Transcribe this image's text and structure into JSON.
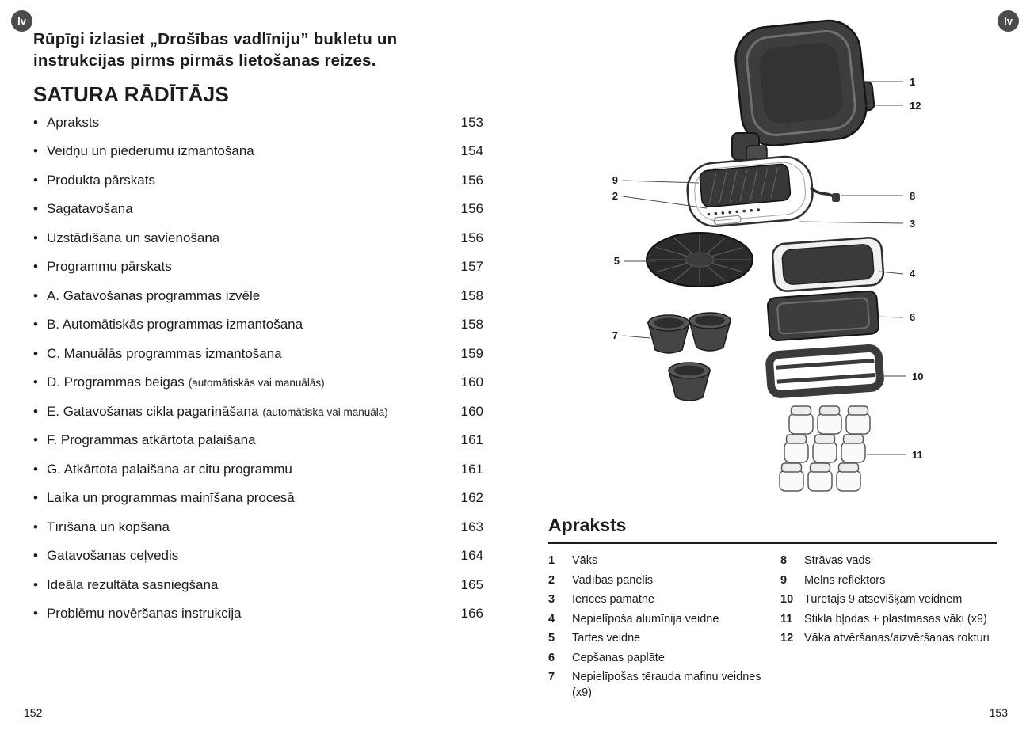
{
  "page": {
    "lang_badge": "lv",
    "left_page_number": "152",
    "right_page_number": "153"
  },
  "left": {
    "intro": "Rūpīgi izlasiet „Drošības vadlīniju” bukletu un instrukcijas pirms pirmās lietošanas reizes.",
    "toc_title": "SATURA RĀDĪTĀJS",
    "toc": [
      {
        "label": "Apraksts",
        "page": "153"
      },
      {
        "label": "Veidņu un piederumu izmantošana",
        "page": "154"
      },
      {
        "label": "Produkta pārskats",
        "page": "156"
      },
      {
        "label": "Sagatavošana",
        "page": "156"
      },
      {
        "label": "Uzstādīšana un savienošana",
        "page": "156"
      },
      {
        "label": "Programmu pārskats",
        "page": "157"
      },
      {
        "label": "A. Gatavošanas programmas izvēle",
        "page": "158"
      },
      {
        "label": "B. Automātiskās programmas izmantošana",
        "page": "158"
      },
      {
        "label": "C. Manuālās programmas izmantošana",
        "page": "159"
      },
      {
        "label": "D. Programmas beigas",
        "note": "(automātiskās vai manuālās)",
        "page": "160"
      },
      {
        "label": "E. Gatavošanas cikla pagarināšana",
        "note": "(automātiska vai manuāla)",
        "page": "160"
      },
      {
        "label": "F. Programmas atkārtota palaišana",
        "page": "161"
      },
      {
        "label": "G. Atkārtota palaišana ar citu programmu",
        "page": "161"
      },
      {
        "label": "Laika un programmas mainīšana procesā",
        "page": "162"
      },
      {
        "label": "Tīrīšana un kopšana",
        "page": "163"
      },
      {
        "label": "Gatavošanas ceļvedis",
        "page": "164"
      },
      {
        "label": "Ideāla rezultāta sasniegšana",
        "page": "165"
      },
      {
        "label": "Problēmu novēršanas instrukcija",
        "page": "166"
      }
    ]
  },
  "right": {
    "section_title": "Apraksts",
    "callouts": [
      "1",
      "12",
      "9",
      "2",
      "8",
      "3",
      "5",
      "4",
      "6",
      "7",
      "10",
      "11"
    ],
    "legend_left": [
      {
        "num": "1",
        "label": "Vāks"
      },
      {
        "num": "2",
        "label": "Vadības panelis"
      },
      {
        "num": "3",
        "label": "Ierīces pamatne"
      },
      {
        "num": "4",
        "label": "Nepielīpoša alumīnija veidne"
      },
      {
        "num": "5",
        "label": "Tartes veidne"
      },
      {
        "num": "6",
        "label": "Cepšanas paplāte"
      },
      {
        "num": "7",
        "label": "Nepielīpošas tērauda mafinu veidnes (x9)"
      }
    ],
    "legend_right": [
      {
        "num": "8",
        "label": "Strāvas vads"
      },
      {
        "num": "9",
        "label": "Melns reflektors"
      },
      {
        "num": "10",
        "label": "Turētājs 9 atsevišķām veidnēm"
      },
      {
        "num": "11",
        "label": "Stikla bļodas + plastmasas vāki (x9)"
      },
      {
        "num": "12",
        "label": "Vāka atvēršanas/aizvēršanas rokturi"
      }
    ]
  }
}
